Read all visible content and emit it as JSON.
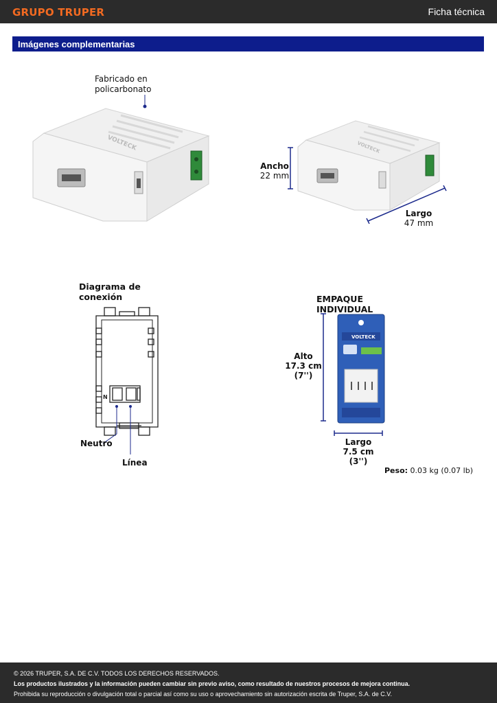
{
  "header": {
    "brand": "GRUPO TRUPER",
    "doc_type": "Ficha técnica"
  },
  "section": {
    "title": "Imágenes complementarias"
  },
  "product_image": {
    "material_label": "Fabricado en policarbonato",
    "brand_mark": "VOLTECK"
  },
  "dimensions": {
    "ancho_label": "Ancho",
    "ancho_value": "22 mm",
    "largo_label": "Largo",
    "largo_value": "47 mm"
  },
  "connection_diagram": {
    "title": "Diagrama de conexión",
    "neutral_label": "Neutro",
    "line_label": "Línea",
    "terminal_mark": "N"
  },
  "packaging": {
    "title": "EMPAQUE INDIVIDUAL",
    "alto_label": "Alto",
    "alto_cm": "17.3 cm",
    "alto_in": "(7'')",
    "largo_label": "Largo",
    "largo_cm": "7.5 cm",
    "largo_in": "(3'')",
    "weight_label": "Peso:",
    "weight_value": "0.03 kg (0.07 lb)"
  },
  "footer": {
    "copyright": "© 2026 TRUPER, S.A. DE C.V. TODOS LOS DERECHOS RESERVADOS.",
    "notice": "Los productos ilustrados y la información pueden cambiar sin previo aviso, como resultado de nuestros procesos de mejora continua.",
    "prohibition": "Prohibida su reproducción o divulgación total o parcial así como su uso o aprovechamiento sin autorización escrita de Truper, S.A. de C.V."
  },
  "colors": {
    "brand_orange": "#f26a21",
    "header_blue": "#0d1d8c",
    "dark_bar": "#2b2b2b",
    "dim_line": "#1c2a8c"
  }
}
